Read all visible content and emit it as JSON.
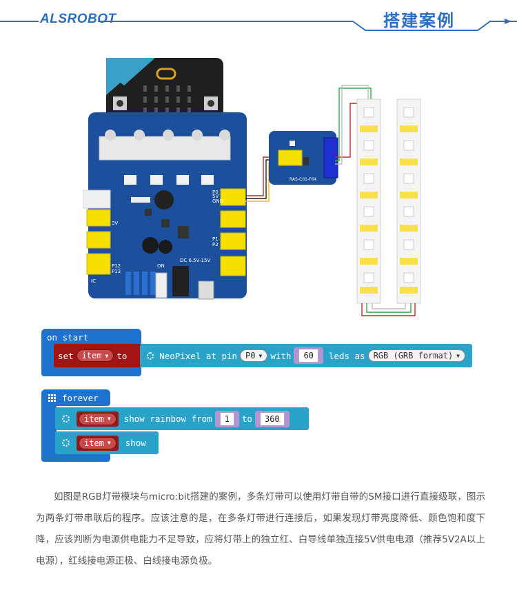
{
  "header": {
    "brand": "ALSROBOT",
    "section_title": "搭建案例",
    "accent_color": "#2a6fc2"
  },
  "illustration": {
    "adapter_label": "RAS-C01-F64",
    "board_labels": {
      "ic": "IC",
      "p12": "P12",
      "p13": "P13",
      "dc": "DC 6.5V-15V",
      "on": "ON",
      "p0": "P0",
      "p1": "P1",
      "p2": "P2",
      "gnd": "GND",
      "v5": "5V",
      "v3": "3V"
    }
  },
  "blocks": {
    "on_start": {
      "hat_label": "on start",
      "set_keyword": "set",
      "var_name": "item",
      "to_keyword": "to",
      "neopixel_text": "NeoPixel at pin",
      "pin": "P0",
      "with_text": "with",
      "led_count": "60",
      "leds_as_text": "leds as",
      "format": "RGB (GRB format)"
    },
    "forever": {
      "hat_label": "forever",
      "var_name_1": "item",
      "show_rainbow_text": "show rainbow from",
      "from_value": "1",
      "to_keyword": "to",
      "to_value": "360",
      "var_name_2": "item",
      "show_text": "show"
    },
    "colors": {
      "hat": "#1e73d1",
      "variables": "#a31515",
      "neopixel": "#2aa3c8"
    }
  },
  "description": "如图是RGB灯带模块与micro:bit搭建的案例，多条灯带可以使用灯带自带的SM接口进行直接级联，图示为两条灯带串联后的程序。应该注意的是，在多条灯带进行连接后，如果发现灯带亮度降低、颜色饱和度下降，应该判断为电源供电能力不足导致，应将灯带上的独立红、白导线单独连接5V供电电源（推荐5V2A以上电源），红线接电源正极、白线接电源负极。"
}
